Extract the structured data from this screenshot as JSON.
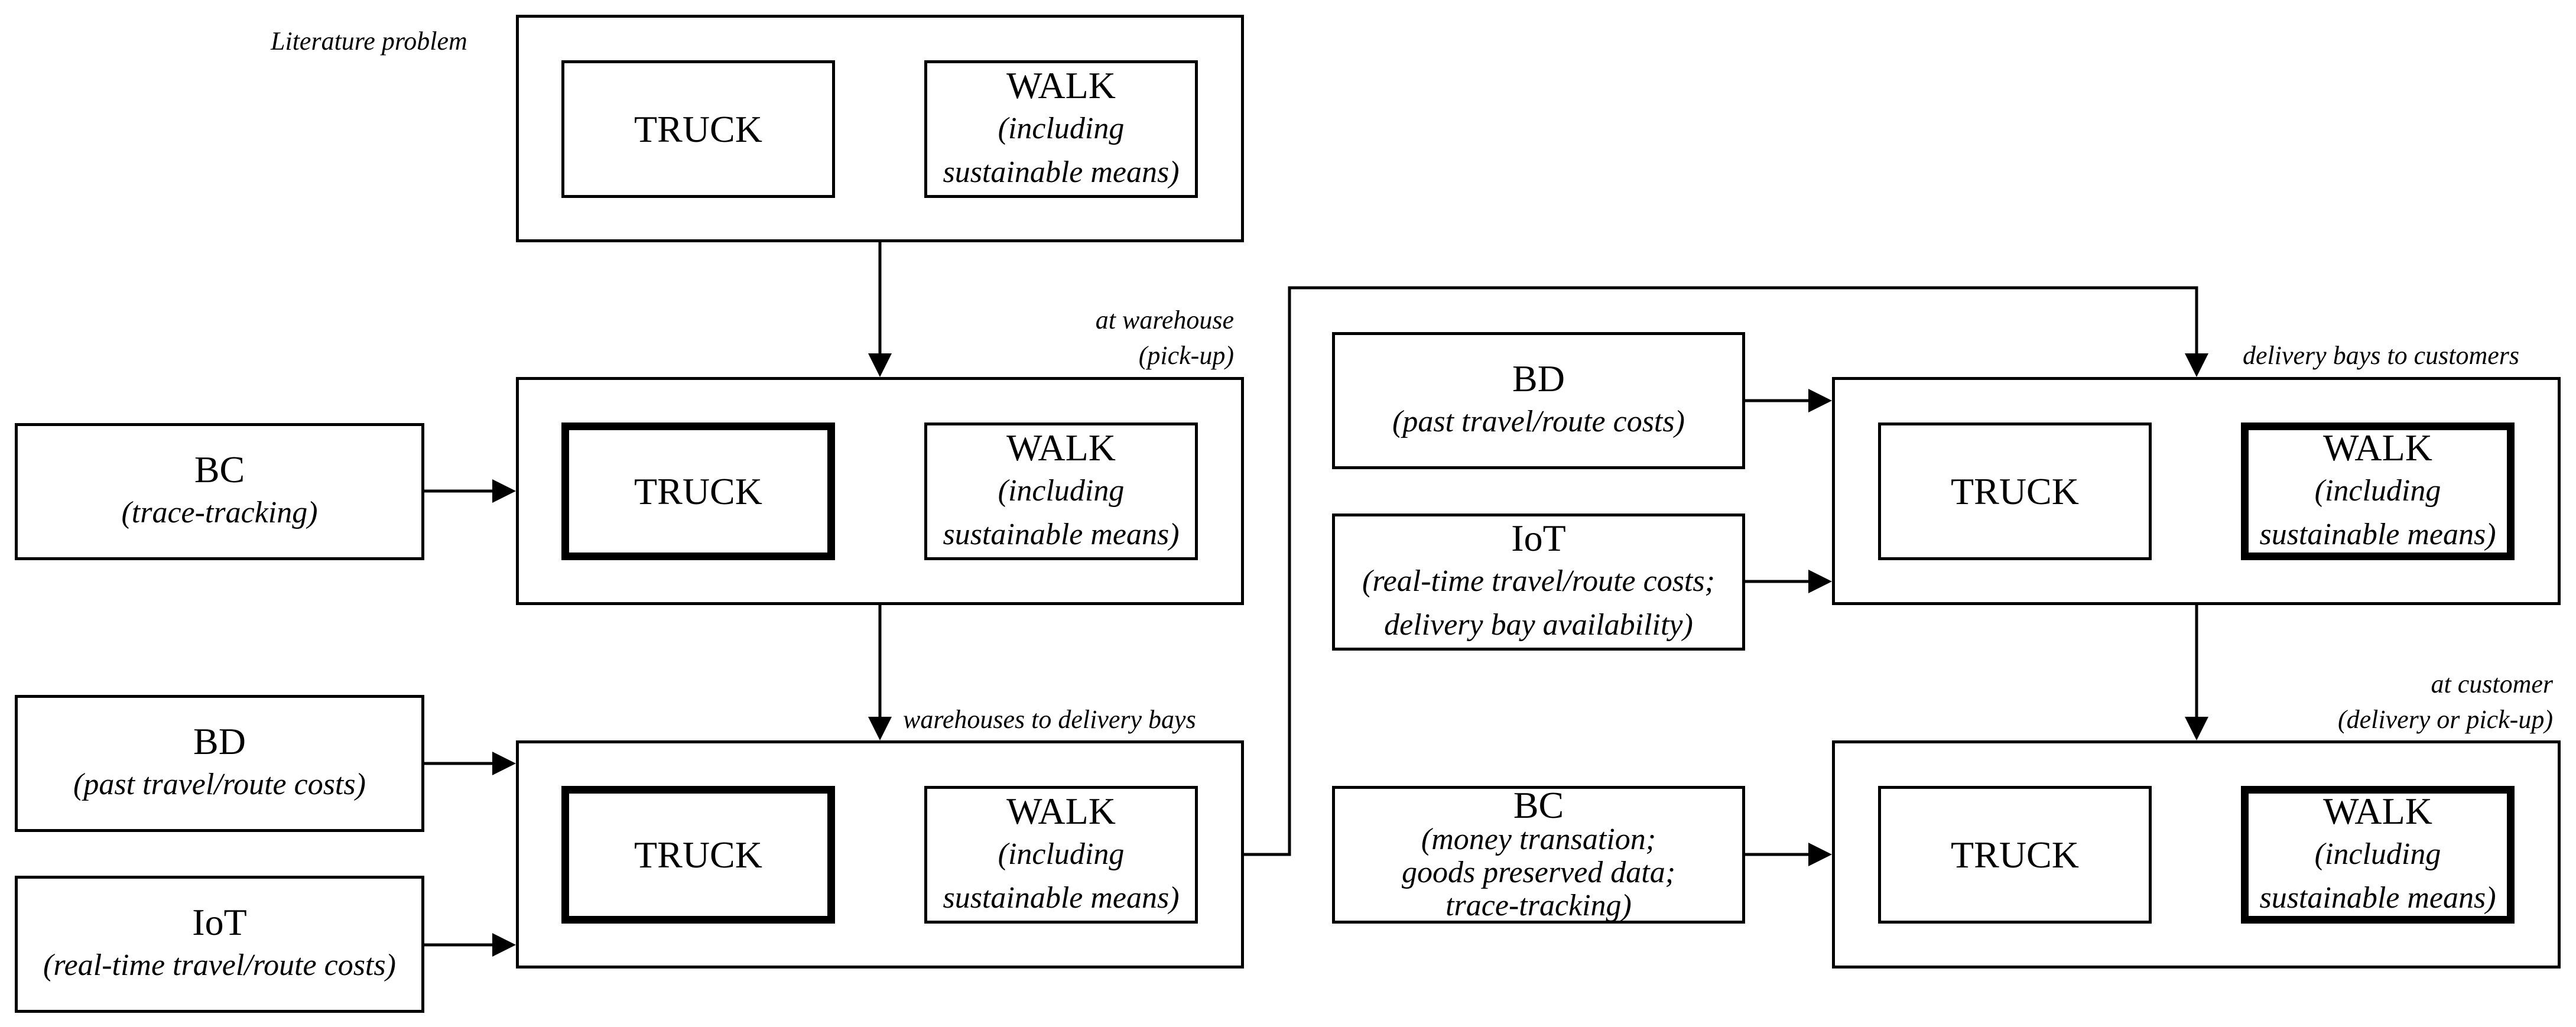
{
  "labels": {
    "literature_problem": "Literature problem",
    "at_warehouse_1": "at warehouse",
    "at_warehouse_2": "(pick-up)",
    "warehouses_to_bays": "warehouses to delivery bays",
    "bays_to_customers": "delivery bays to customers",
    "at_customer_1": "at customer",
    "at_customer_2": "(delivery or pick-up)"
  },
  "modes": {
    "truck": "TRUCK",
    "walk": "WALK",
    "walk_sub_1": "(including",
    "walk_sub_2": "sustainable means)"
  },
  "tech": {
    "bc_trace": {
      "title": "BC",
      "sub": "(trace-tracking)"
    },
    "bd_left": {
      "title": "BD",
      "sub": "(past travel/route costs)"
    },
    "iot_left": {
      "title": "IoT",
      "sub": "(real-time travel/route costs)"
    },
    "bd_right": {
      "title": "BD",
      "sub": "(past travel/route costs)"
    },
    "iot_right": {
      "title": "IoT",
      "sub_1": "(real-time travel/route costs;",
      "sub_2": "delivery bay availability)"
    },
    "bc_right": {
      "title": "BC",
      "sub_1": "(money transation;",
      "sub_2": "goods preserved data;",
      "sub_3": "trace-tracking)"
    }
  }
}
